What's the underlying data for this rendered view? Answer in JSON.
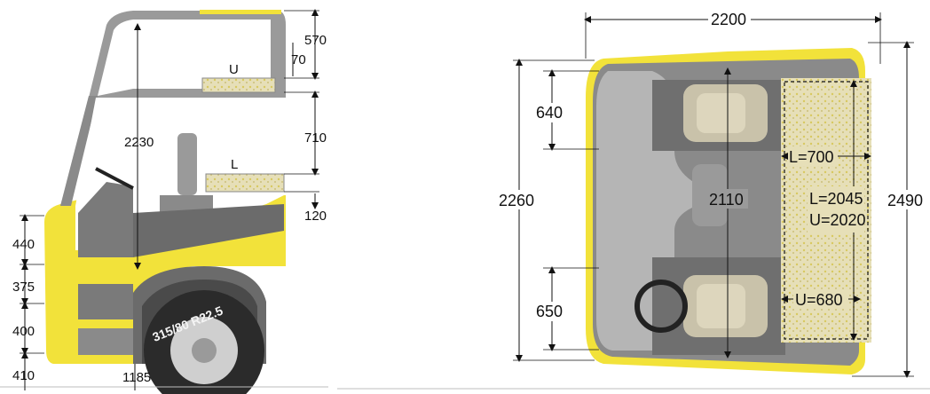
{
  "side_view": {
    "bunk_upper_label": "U",
    "bunk_lower_label": "L",
    "dim_roof": "570",
    "dim_gap": "70",
    "dim_upper_to_lower": "710",
    "dim_lower_to_floor": "120",
    "dim_cab_height": "2230",
    "dim_440": "440",
    "dim_375": "375",
    "dim_400": "400",
    "dim_410": "410",
    "dim_1185": "1185",
    "tyre_text": "315/80 R22.5"
  },
  "top_view": {
    "dim_width": "2200",
    "dim_length": "2260",
    "dim_length_full": "2490",
    "dim_inner": "2110",
    "dim_seat_top": "640",
    "dim_seat_bottom": "650",
    "bunk_lower_width": "L=700",
    "bunk_lower_length": "L=2045",
    "bunk_upper_length": "U=2020",
    "bunk_upper_width": "U=680"
  },
  "colors": {
    "yellow": "#f2e23a",
    "dark_gray": "#6b6b6b",
    "mid_gray": "#9a9a9a",
    "light_gray": "#c8c8c8"
  }
}
